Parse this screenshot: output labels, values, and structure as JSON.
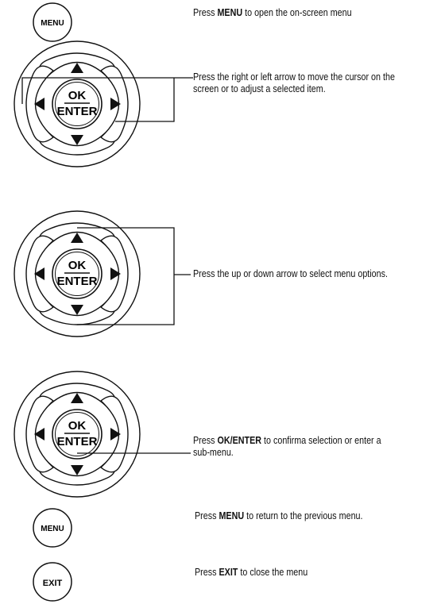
{
  "pads": {
    "ok_top": "OK",
    "ok_bottom": "ENTER"
  },
  "buttons": {
    "menu": "MENU",
    "exit": "EXIT"
  },
  "instructions": {
    "menu_open": {
      "pre": "Press ",
      "key": "MENU",
      "post": " to open the on-screen menu"
    },
    "left_right": {
      "line1": "Press the right or left arrow to move the cursor on the",
      "line2": "screen or to adjust a selected item."
    },
    "up_down": {
      "text": "Press the up or down arrow to select menu options."
    },
    "ok_enter": {
      "pre": "Press ",
      "key": "OK/ENTER",
      "post": " to confirma selection or enter a",
      "line2": "sub-menu."
    },
    "menu_return": {
      "pre": "Press ",
      "key": "MENU",
      "post": " to return to the previous menu."
    },
    "exit_close": {
      "pre": "Press ",
      "key": "EXIT",
      "post": " to close the menu"
    }
  }
}
